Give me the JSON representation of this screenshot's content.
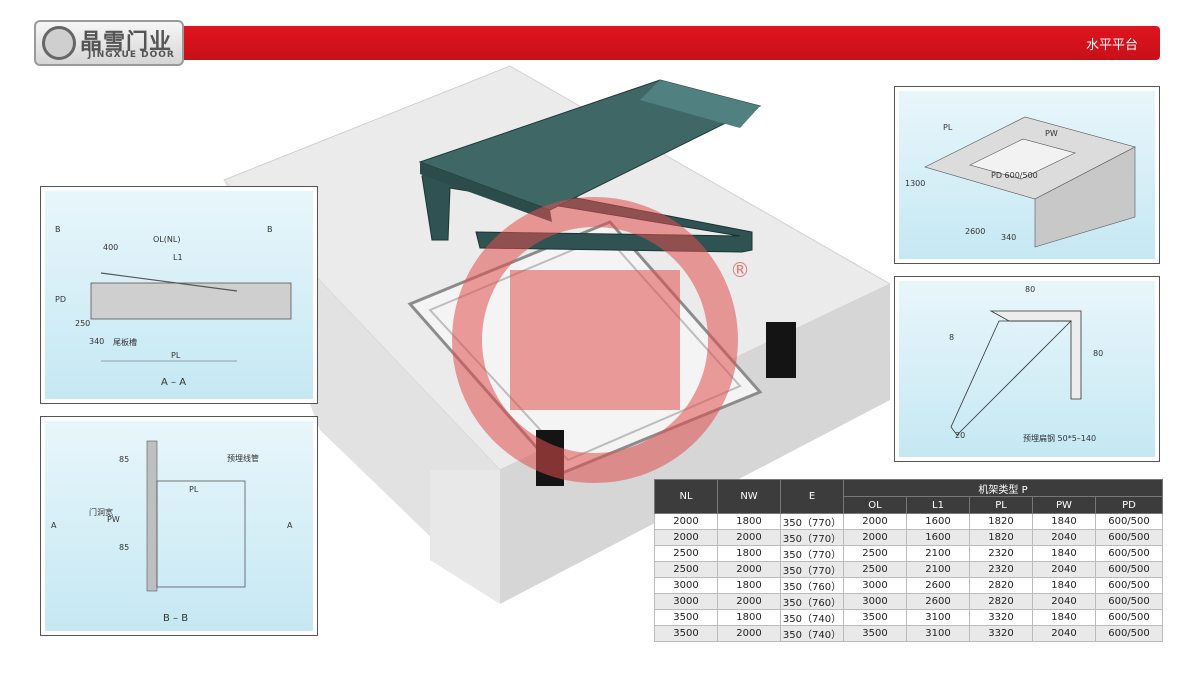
{
  "header": {
    "title": "水平平台",
    "logo_cn": "晶雪门业",
    "logo_en": "JINGXUE DOOR",
    "accent_color": "#d8121c"
  },
  "watermark": {
    "registered_mark": "®"
  },
  "section_aa": {
    "caption": "A – A",
    "label_b_left": "B",
    "label_b_right": "B",
    "dim_ol": "OL(NL)",
    "dim_400": "400",
    "dim_l1": "L1",
    "dim_pd": "PD",
    "dim_250": "250",
    "dim_340": "340",
    "tail_slot": "尾板槽",
    "dim_pl": "PL"
  },
  "section_bb": {
    "caption": "B – B",
    "label_a_left": "A",
    "label_a_right": "A",
    "conduit": "预埋线管",
    "dim_85_top": "85",
    "dim_pl": "PL",
    "dim_pw": "PW",
    "door_width": "门洞宽",
    "dim_85_bottom": "85"
  },
  "pit_view": {
    "dim_pl": "PL",
    "dim_pw": "PW",
    "dim_pd": "PD 600/500",
    "dim_1300": "1300",
    "dim_2600": "2600",
    "dim_340": "340"
  },
  "angle_view": {
    "dim_80_top": "80",
    "dim_8": "8",
    "dim_80_side": "80",
    "dim_20": "20",
    "embedded_steel": "预埋扁钢 50*5–140"
  },
  "spec_table": {
    "headers": [
      "NL",
      "NW",
      "E",
      "机架类型 P"
    ],
    "sub_headers": [
      "OL",
      "L1",
      "PL",
      "PW",
      "PD"
    ],
    "rows": [
      [
        "2000",
        "1800",
        "350（770）",
        "2000",
        "1600",
        "1820",
        "1840",
        "600/500"
      ],
      [
        "2000",
        "2000",
        "350（770）",
        "2000",
        "1600",
        "1820",
        "2040",
        "600/500"
      ],
      [
        "2500",
        "1800",
        "350（770）",
        "2500",
        "2100",
        "2320",
        "1840",
        "600/500"
      ],
      [
        "2500",
        "2000",
        "350（770）",
        "2500",
        "2100",
        "2320",
        "2040",
        "600/500"
      ],
      [
        "3000",
        "1800",
        "350（760）",
        "3000",
        "2600",
        "2820",
        "1840",
        "600/500"
      ],
      [
        "3000",
        "2000",
        "350（760）",
        "3000",
        "2600",
        "2820",
        "2040",
        "600/500"
      ],
      [
        "3500",
        "1800",
        "350（740）",
        "3500",
        "3100",
        "3320",
        "1840",
        "600/500"
      ],
      [
        "3500",
        "2000",
        "350（740）",
        "3500",
        "3100",
        "3320",
        "2040",
        "600/500"
      ]
    ]
  }
}
